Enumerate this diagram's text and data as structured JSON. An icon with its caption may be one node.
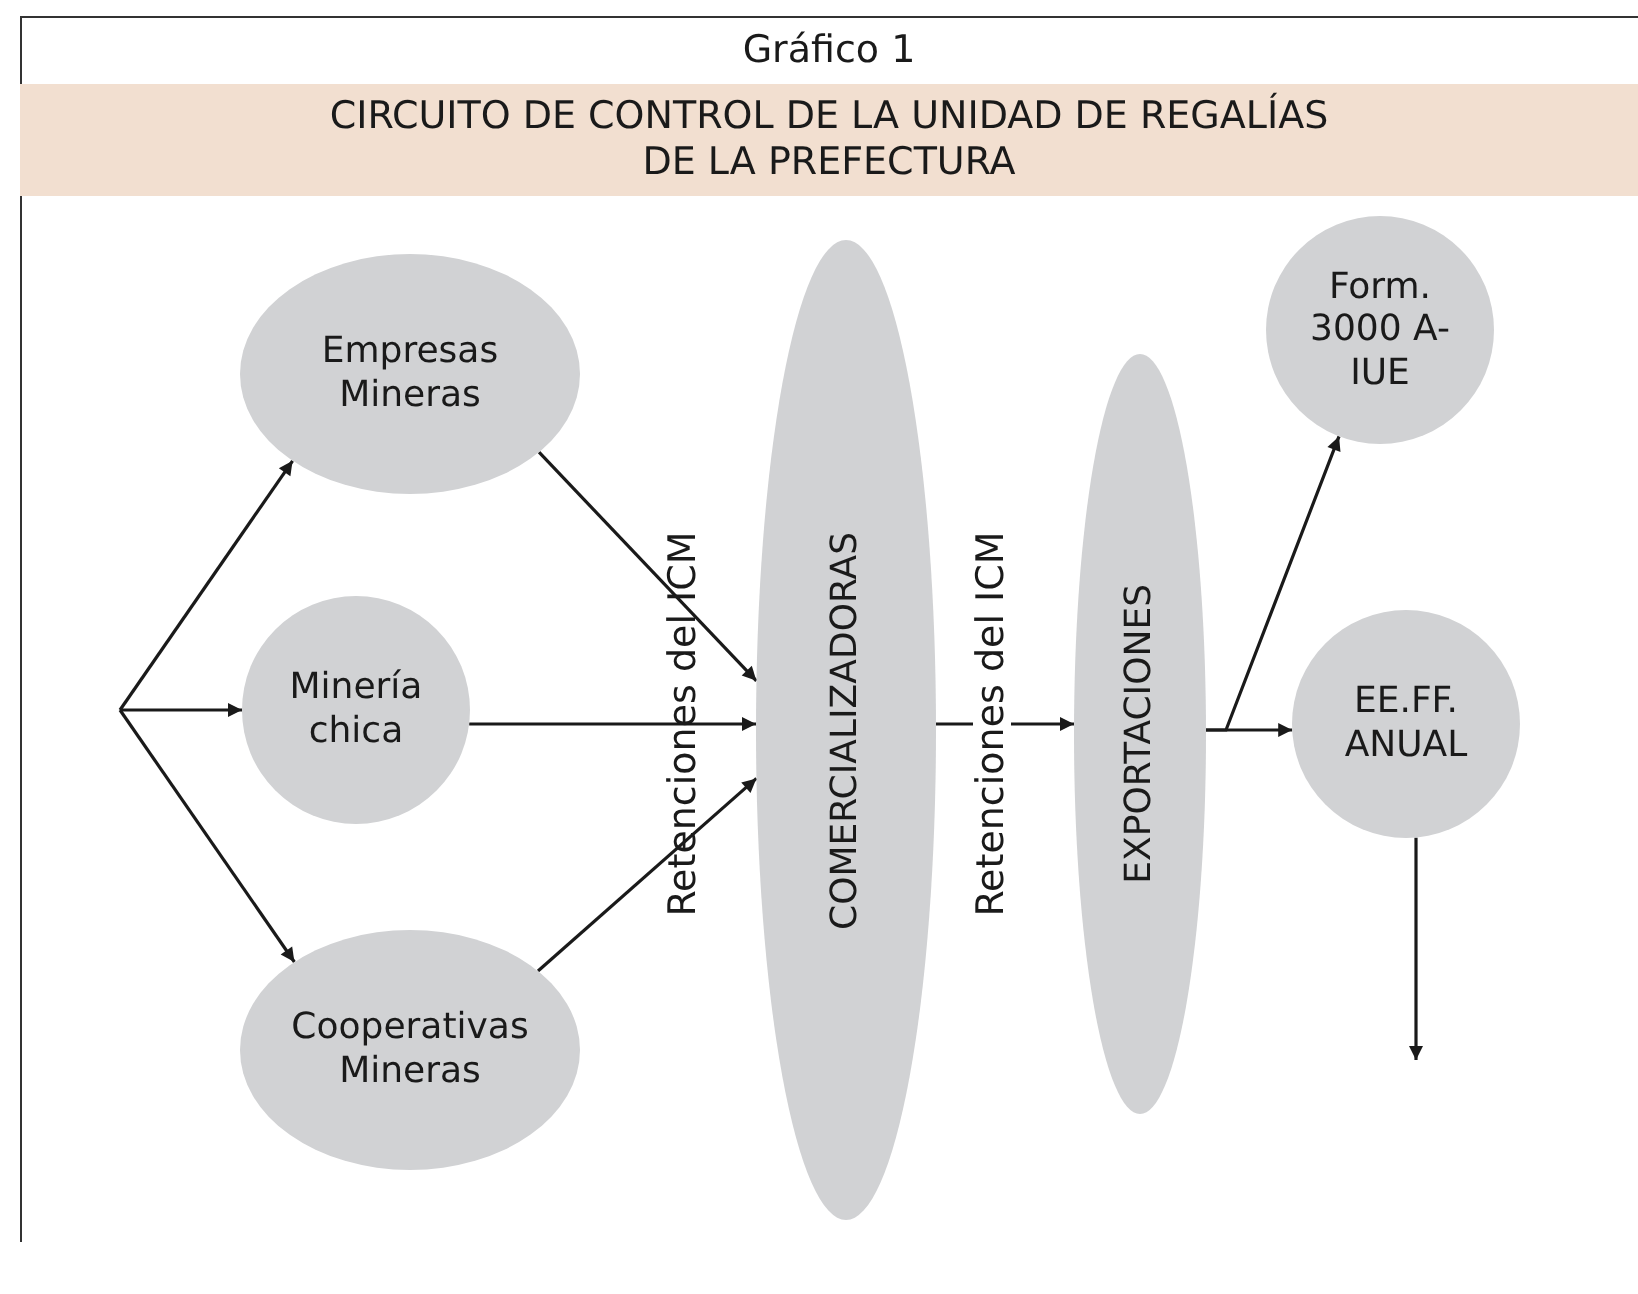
{
  "diagram": {
    "title": "Gráfico 1",
    "nodes": [
      {
        "text": [
          "CIRCUITO DE CONTROL DE LA UNIDAD DE REGALÍAS DE LA PREFECTURA"
        ]
      },
      {
        "text": [
          "Empresas Mineras"
        ]
      },
      {
        "text": [
          "Minería chica"
        ]
      },
      {
        "text": [
          "Cooperativas Mineras"
        ]
      },
      {
        "text": [
          "COMERCIALIZADORAS"
        ]
      },
      {
        "text": [
          "EXPORTACIONES"
        ]
      },
      {
        "text": [
          "Form. 3000 A-IUE"
        ]
      },
      {
        "text": [
          "EE.FF. ANUAL"
        ]
      }
    ],
    "edges": [
      {
        "from": null,
        "to": 1,
        "arrow": "to"
      },
      {
        "from": null,
        "to": 2,
        "arrow": "to"
      },
      {
        "from": null,
        "to": 3,
        "arrow": "to"
      },
      {
        "from": 1,
        "to": 4,
        "arrow": "to"
      },
      {
        "from": 2,
        "to": 4,
        "arrow": "to"
      },
      {
        "from": 3,
        "to": 4,
        "arrow": "to"
      },
      {
        "from": 4,
        "to": 5,
        "arrow": "to",
        "label": "Retenciones del ICM"
      },
      {
        "from": 5,
        "to": 6,
        "arrow": "to"
      },
      {
        "from": 5,
        "to": 7,
        "arrow": "to"
      },
      {
        "from": 7,
        "to": null,
        "arrow": "to"
      }
    ],
    "labels": [
      "Retenciones del ICM"
    ]
  }
}
